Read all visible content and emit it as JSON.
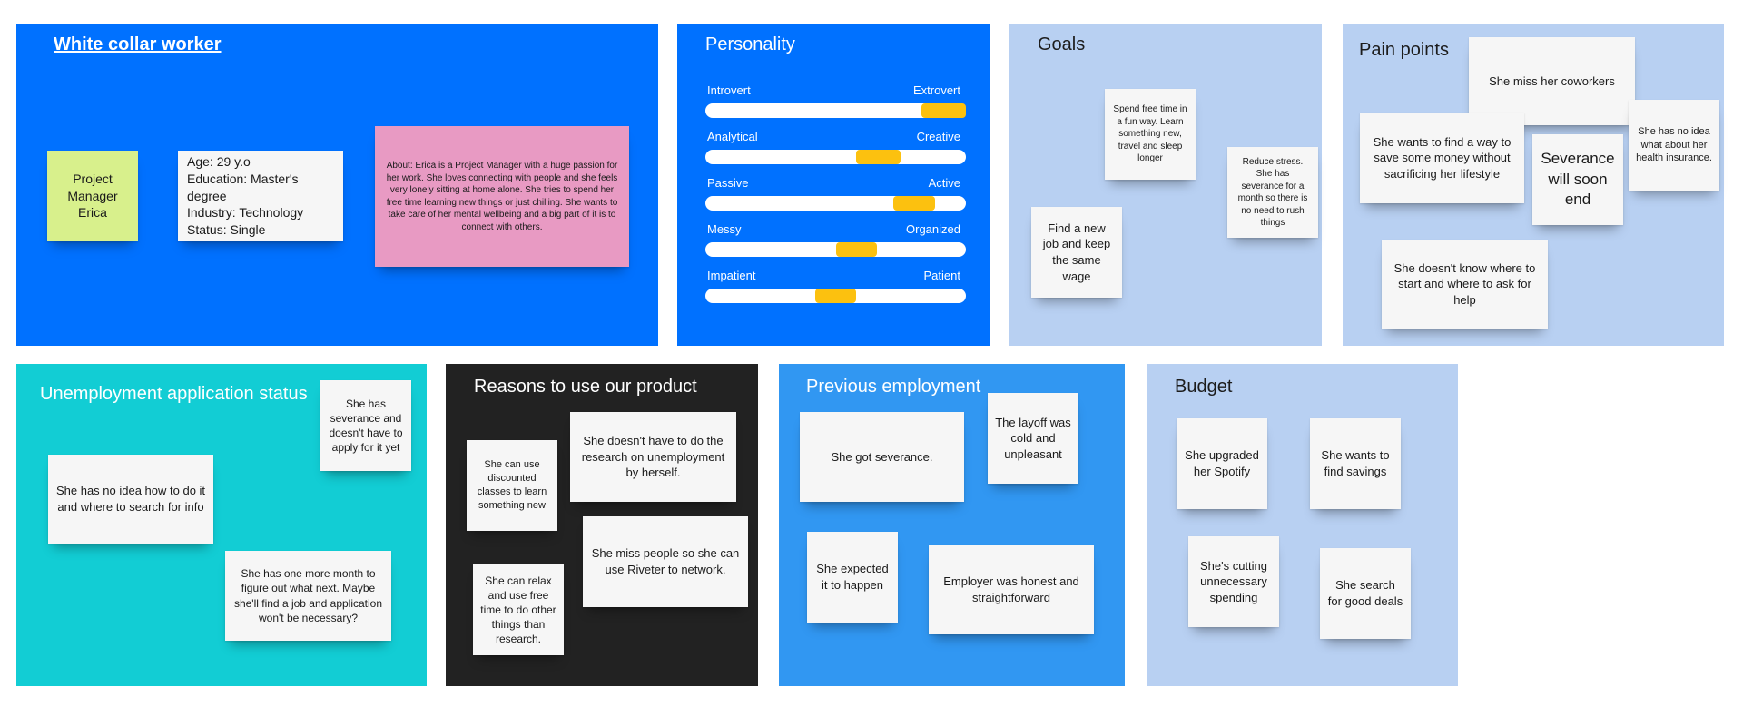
{
  "colors": {
    "frame_blue": "#0071ff",
    "frame_light_blue": "#b8d0f2",
    "frame_teal": "#12cdd4",
    "frame_black": "#222222",
    "frame_mid_blue": "#3197f2",
    "note_white": "#f6f6f6",
    "note_green": "#d8f08c",
    "note_pink": "#e89ac3",
    "slider_thumb": "#fcc10f"
  },
  "white_collar": {
    "title": "White collar worker",
    "name_note": "Project Manager Erica",
    "info_note": "Age: 29 y.o\nEducation: Master's degree\nIndustry: Technology\nStatus: Single",
    "about_note": "About: Erica is a Project Manager with a huge passion for her work. She loves connecting with people and she feels very lonely sitting at home alone. She tries to spend her free time learning new things or just chilling. She wants to take care of her mental wellbeing and a big part of it is to connect with others."
  },
  "personality": {
    "title": "Personality",
    "sliders": [
      {
        "left": "Introvert",
        "right": "Extrovert",
        "from": 0.83,
        "to": 1.0
      },
      {
        "left": "Analytical",
        "right": "Creative",
        "from": 0.58,
        "to": 0.75
      },
      {
        "left": "Passive",
        "right": "Active",
        "from": 0.72,
        "to": 0.88
      },
      {
        "left": "Messy",
        "right": "Organized",
        "from": 0.5,
        "to": 0.66
      },
      {
        "left": "Impatient",
        "right": "Patient",
        "from": 0.42,
        "to": 0.58
      }
    ]
  },
  "goals": {
    "title": "Goals",
    "notes": [
      "Spend free time in a fun way. Learn something new, travel and sleep longer",
      "Reduce stress. She has severance for a month so there is no need to rush things",
      "Find a new job and keep the same wage"
    ]
  },
  "pain_points": {
    "title": "Pain points",
    "notes": [
      "She miss her coworkers",
      "She wants to find a way to save some money without sacrificing her lifestyle",
      "Severance will soon end",
      "She has no idea what about her health insurance.",
      "She doesn't know where to start and where to ask for help"
    ]
  },
  "unemployment": {
    "title": "Unemployment application status",
    "notes": [
      "She has severance and doesn't have to apply for it yet",
      "She has no idea how to do it and where to search for info",
      "She has one more month to figure out what next. Maybe she'll find a job and application won't be necessary?"
    ]
  },
  "reasons": {
    "title": "Reasons to use our product",
    "notes": [
      "She doesn't have to do the research on unemployment by herself.",
      "She can use discounted classes to learn something new",
      "She miss people so she can use Riveter to network.",
      "She can relax and use free time to do other things than research."
    ]
  },
  "previous_employment": {
    "title": "Previous employment",
    "notes": [
      "She got severance.",
      "The layoff was cold and unpleasant",
      "She expected it to happen",
      "Employer was honest and straightforward"
    ]
  },
  "budget": {
    "title": "Budget",
    "notes": [
      "She upgraded her Spotify",
      "She wants to find savings",
      "She's cutting unnecessary spending",
      "She search for good deals"
    ]
  }
}
